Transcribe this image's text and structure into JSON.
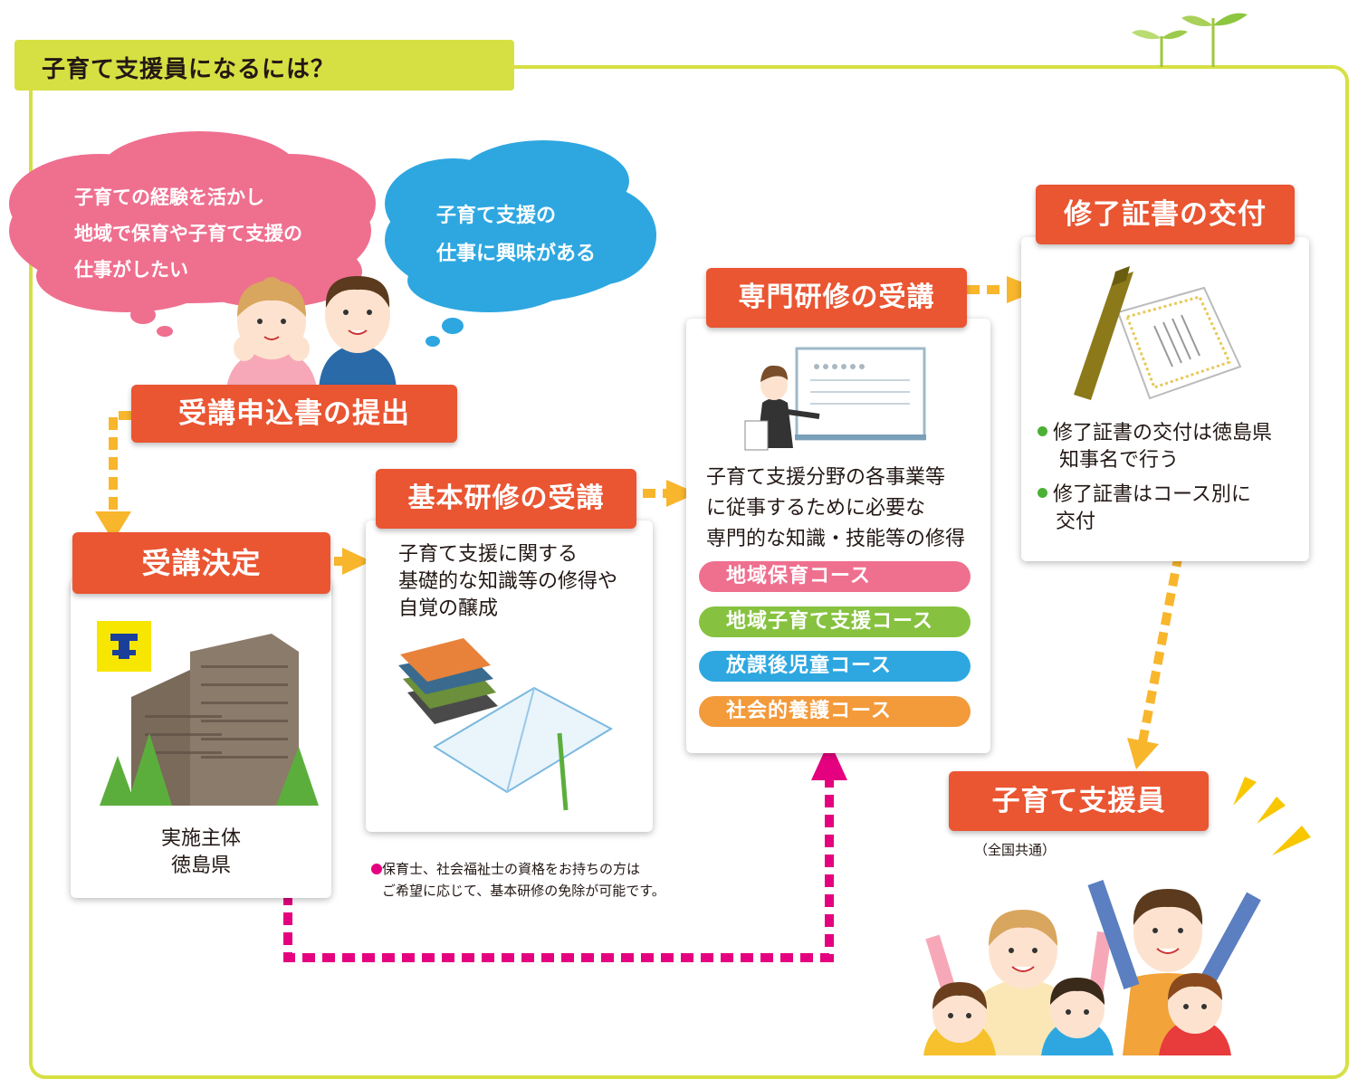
{
  "header": {
    "title": "子育て支援員になるには？"
  },
  "clouds": {
    "pink": [
      "子育ての経験を活かし",
      "地域で保育や子育て支援の",
      "仕事がしたい"
    ],
    "blue": [
      "子育て支援の",
      "仕事に興味がある"
    ]
  },
  "steps": {
    "application": "受講申込書の提出",
    "decision": "受講決定",
    "basic": "基本研修の受講",
    "specialized": "専門研修の受講",
    "certificate": "修了証書の交付",
    "result": "子育て支援員"
  },
  "decision_card": {
    "line1": "実施主体",
    "line2": "徳島県"
  },
  "basic_card": {
    "lines": [
      "子育て支援に関する",
      "基礎的な知識等の修得や",
      "自覚の醸成"
    ]
  },
  "specialized_card": {
    "lines": [
      "子育て支援分野の各事業等",
      "に従事するために必要な",
      "専門的な知識・技能等の修得"
    ],
    "courses": [
      {
        "label": "地域保育コース",
        "color": "#ef6f8f"
      },
      {
        "label": "地域子育て支援コース",
        "color": "#86c23f"
      },
      {
        "label": "放課後児童コース",
        "color": "#2ea7e0"
      },
      {
        "label": "社会的養護コース",
        "color": "#f39a3b"
      }
    ]
  },
  "certificate_card": {
    "bullets": [
      [
        "修了証書の交付は徳島県",
        "知事名で行う"
      ],
      [
        "修了証書はコース別に",
        "交付"
      ]
    ]
  },
  "result_sub": "（全国共通）",
  "note": [
    "保育士、社会福祉士の資格をお持ちの方は",
    "ご希望に応じて、基本研修の免除が可能です。"
  ],
  "colors": {
    "accent": "#ea5532",
    "frame": "#d6e043",
    "pink_dash": "#e4007f",
    "orange_dash": "#f8b62d"
  }
}
